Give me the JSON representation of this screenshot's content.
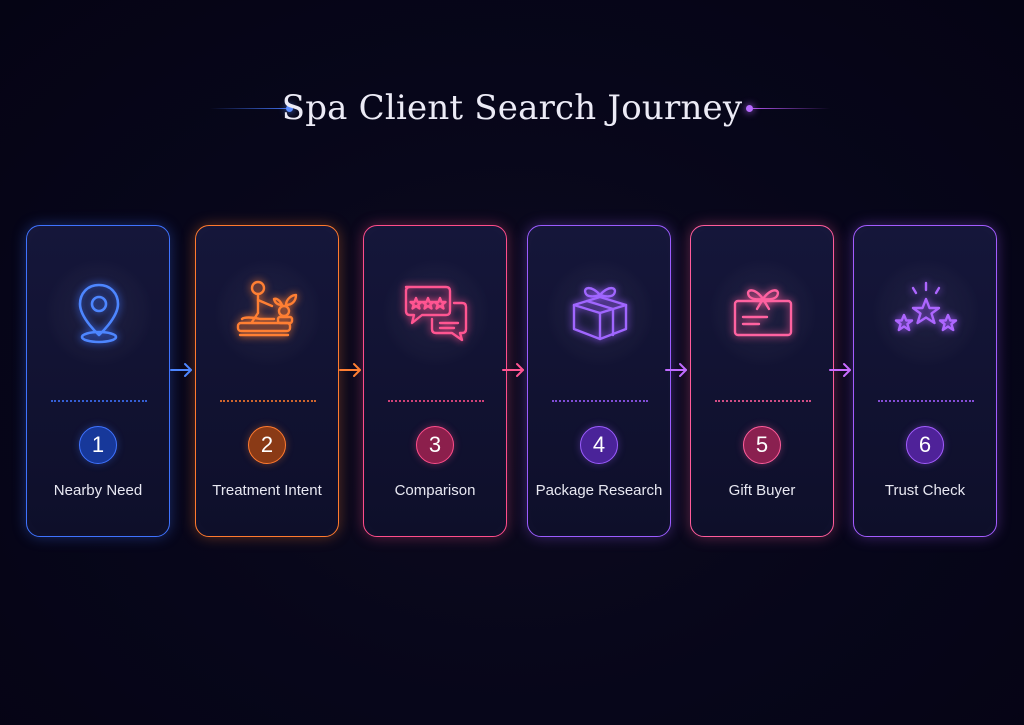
{
  "title": "Spa Client Search Journey",
  "steps": [
    {
      "number": "1",
      "label": "Nearby Need",
      "icon": "location-pin-icon",
      "color": "#3f73ff",
      "badge_color": "#17389a"
    },
    {
      "number": "2",
      "label": "Treatment Intent",
      "icon": "massage-icon",
      "color": "#ff7a2e",
      "badge_color": "#8a3a16"
    },
    {
      "number": "3",
      "label": "Comparison",
      "icon": "review-chat-icon",
      "color": "#ff4d8a",
      "badge_color": "#8c1f4c"
    },
    {
      "number": "4",
      "label": "Package Research",
      "icon": "gift-box-icon",
      "color": "#9b5cff",
      "badge_color": "#4a2399"
    },
    {
      "number": "5",
      "label": "Gift Buyer",
      "icon": "gift-card-icon",
      "color": "#ff5c9a",
      "badge_color": "#8a2050"
    },
    {
      "number": "6",
      "label": "Trust Check",
      "icon": "stars-icon",
      "color": "#a35cff",
      "badge_color": "#4f2299"
    }
  ]
}
